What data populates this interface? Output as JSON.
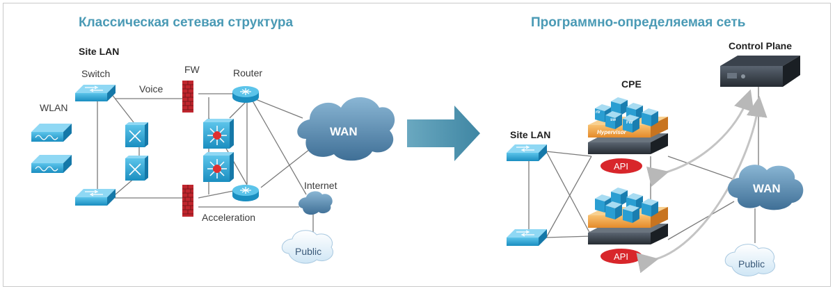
{
  "left": {
    "title": "Классическая сетевая структура",
    "site_lan": "Site LAN",
    "switch": "Switch",
    "wlan": "WLAN",
    "voice": "Voice",
    "fw": "FW",
    "router": "Router",
    "wan": "WAN",
    "internet": "Internet",
    "acceleration": "Acceleration",
    "public": "Public"
  },
  "right": {
    "title": "Программно-определяемая сеть",
    "site_lan": "Site LAN",
    "cpe": "CPE",
    "control_plane": "Control Plane",
    "wan": "WAN",
    "public": "Public",
    "api_top": "API",
    "api_bottom": "API",
    "hypervisor": "Hypervisor",
    "vm_rtr": "rtr",
    "vm_sw": "sw",
    "vm_fw": "FW"
  },
  "colors": {
    "title": "#4a9ab5",
    "device_blue": "#2aa0d0",
    "firewall_red": "#c0262e",
    "cloud_blue": "#4d7fa5",
    "hypervisor_orange": "#f0a040",
    "api_red": "#d8262b",
    "arrow": "#5b9bb5"
  }
}
